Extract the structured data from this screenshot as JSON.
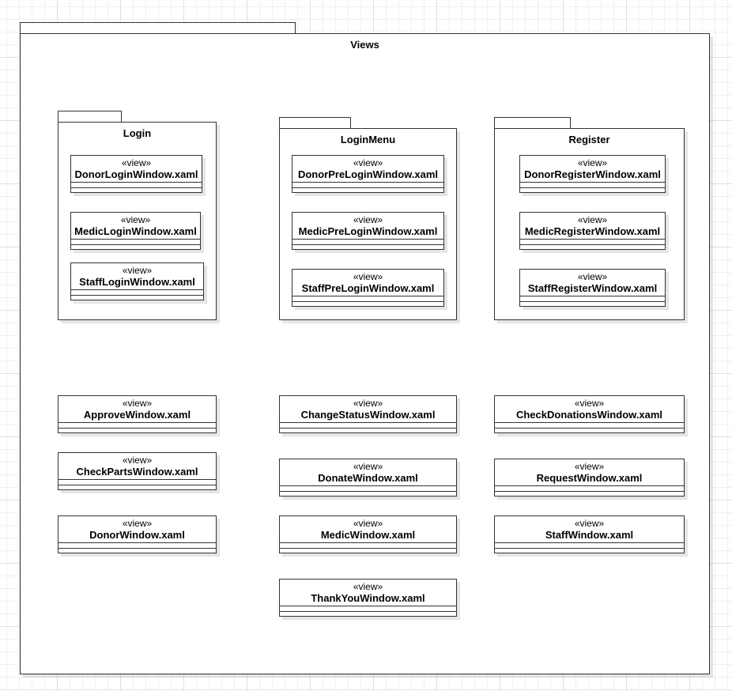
{
  "diagram": {
    "package": {
      "title": "Views",
      "subpackages": [
        {
          "title": "Login",
          "classes": [
            "DonorLoginWindow.xaml",
            "MedicLoginWindow.xaml",
            "StaffLoginWindow.xaml"
          ]
        },
        {
          "title": "LoginMenu",
          "classes": [
            "DonorPreLoginWindow.xaml",
            "MedicPreLoginWindow.xaml",
            "StaffPreLoginWindow.xaml"
          ]
        },
        {
          "title": "Register",
          "classes": [
            "DonorRegisterWindow.xaml",
            "MedicRegisterWindow.xaml",
            "StaffRegisterWindow.xaml"
          ]
        }
      ],
      "columns": [
        [
          "ApproveWindow.xaml",
          "CheckPartsWindow.xaml",
          "DonorWindow.xaml"
        ],
        [
          "ChangeStatusWindow.xaml",
          "DonateWindow.xaml",
          "MedicWindow.xaml",
          "ThankYouWindow.xaml"
        ],
        [
          "CheckDonationsWindow.xaml",
          "RequestWindow.xaml",
          "StaffWindow.xaml"
        ]
      ]
    },
    "stereotype": "«view»"
  }
}
